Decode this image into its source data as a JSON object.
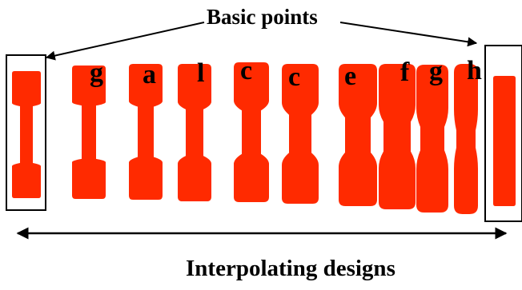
{
  "labels": {
    "basic_points": "Basic points",
    "interpolating_designs": "Interpolating designs"
  },
  "design_letters": [
    "g",
    "a",
    "l",
    "c",
    "c",
    "e",
    "f",
    "g",
    "h"
  ],
  "colors": {
    "specimen": "#ff2a00",
    "line": "#000000",
    "background": "#ffffff"
  }
}
